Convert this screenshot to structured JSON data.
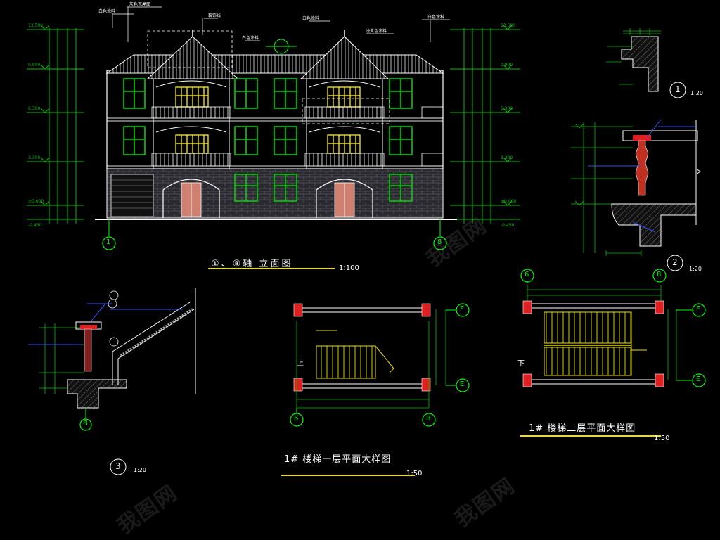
{
  "drawing": {
    "elevation_title": "①、⑧轴 立面图",
    "elevation_scale": "1:100",
    "axis_left": "1",
    "axis_right": "8",
    "detail1_number": "1",
    "detail1_scale": "1:20",
    "detail2_number": "2",
    "detail2_scale": "1:20",
    "detail3_number": "3",
    "detail3_scale": "1:20",
    "detail3_axis": "B",
    "stair1_title": "1# 楼梯一层平面大样图",
    "stair1_scale": "1:50",
    "stair1_axis_bottom_left": "6",
    "stair1_axis_bottom_right": "8",
    "stair1_axis_top": "F",
    "stair1_axis_bottom": "E",
    "stair1_up_label": "上",
    "stair2_title": "1# 楼梯二层平面大样图",
    "stair2_scale": "1:50",
    "stair2_axis_top_left": "6",
    "stair2_axis_top_right": "8",
    "stair2_axis_top": "F",
    "stair2_axis_bottom": "E",
    "stair2_down_label": "下"
  },
  "watermark": "我图网",
  "colors": {
    "background": "#000000",
    "roof_tile": "#c8c8c8",
    "window_green": "#00d000",
    "window_yellow": "#f0e000",
    "door_pink": "#d08070",
    "dimension_green": "#00c000",
    "axis_green": "#00ff00",
    "text_white": "#ffffff",
    "leader_blue": "#3050ff",
    "stair_yellow": "#e8e000",
    "column_red": "#e02020",
    "wall_brick": "#404048"
  }
}
